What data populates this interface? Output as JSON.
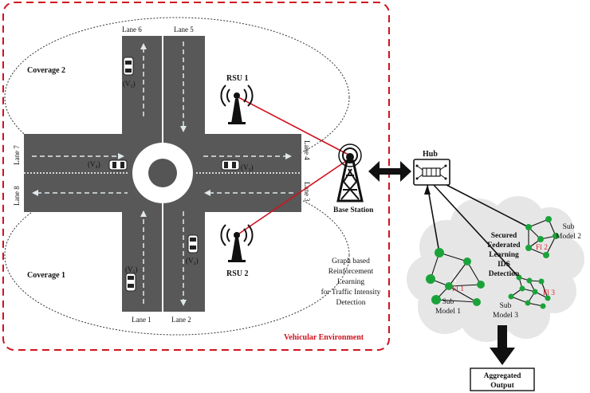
{
  "environment": {
    "title": "Vehicular Environment",
    "coverage_top": "Coverage 2",
    "coverage_bottom": "Coverage 1",
    "lanes": {
      "l1": "Lane 1",
      "l2": "Lane 2",
      "l3": "Lane 3",
      "l4": "Lane 4",
      "l5": "Lane 5",
      "l6": "Lane 6",
      "l7": "Lane 7",
      "l8": "Lane 8"
    },
    "vehicles": {
      "v1": "(V₁)",
      "v2": "(V₂)",
      "v3": "(V₃)",
      "v4": "(V₄)",
      "v5": "(V₅)"
    },
    "rsu1": "RSU 1",
    "rsu2": "RSU 2",
    "base_station": "Base Station",
    "graph_text": [
      "Graph based",
      "Reinforcement",
      "Learning",
      "for Traffic Intensity",
      "Detection"
    ]
  },
  "federated": {
    "hub": "Hub",
    "title": [
      "Secured",
      "Federated",
      "Learning",
      "IDS",
      "Detection"
    ],
    "fl1": "Fl 1",
    "fl2": "Fl 2",
    "fl3": "Fl 3",
    "sub1": [
      "Sub",
      "Model 1"
    ],
    "sub2": [
      "Sub",
      "Model 2"
    ],
    "sub3": [
      "Sub",
      "Model 3"
    ],
    "output": [
      "Aggregated",
      "Output"
    ]
  },
  "colors": {
    "road": "#585858",
    "env_border": "#d0131f",
    "link": "#d0131f",
    "node": "#1aa33a",
    "cloud": "#e6e6e6",
    "fl_label": "#e2222a"
  }
}
